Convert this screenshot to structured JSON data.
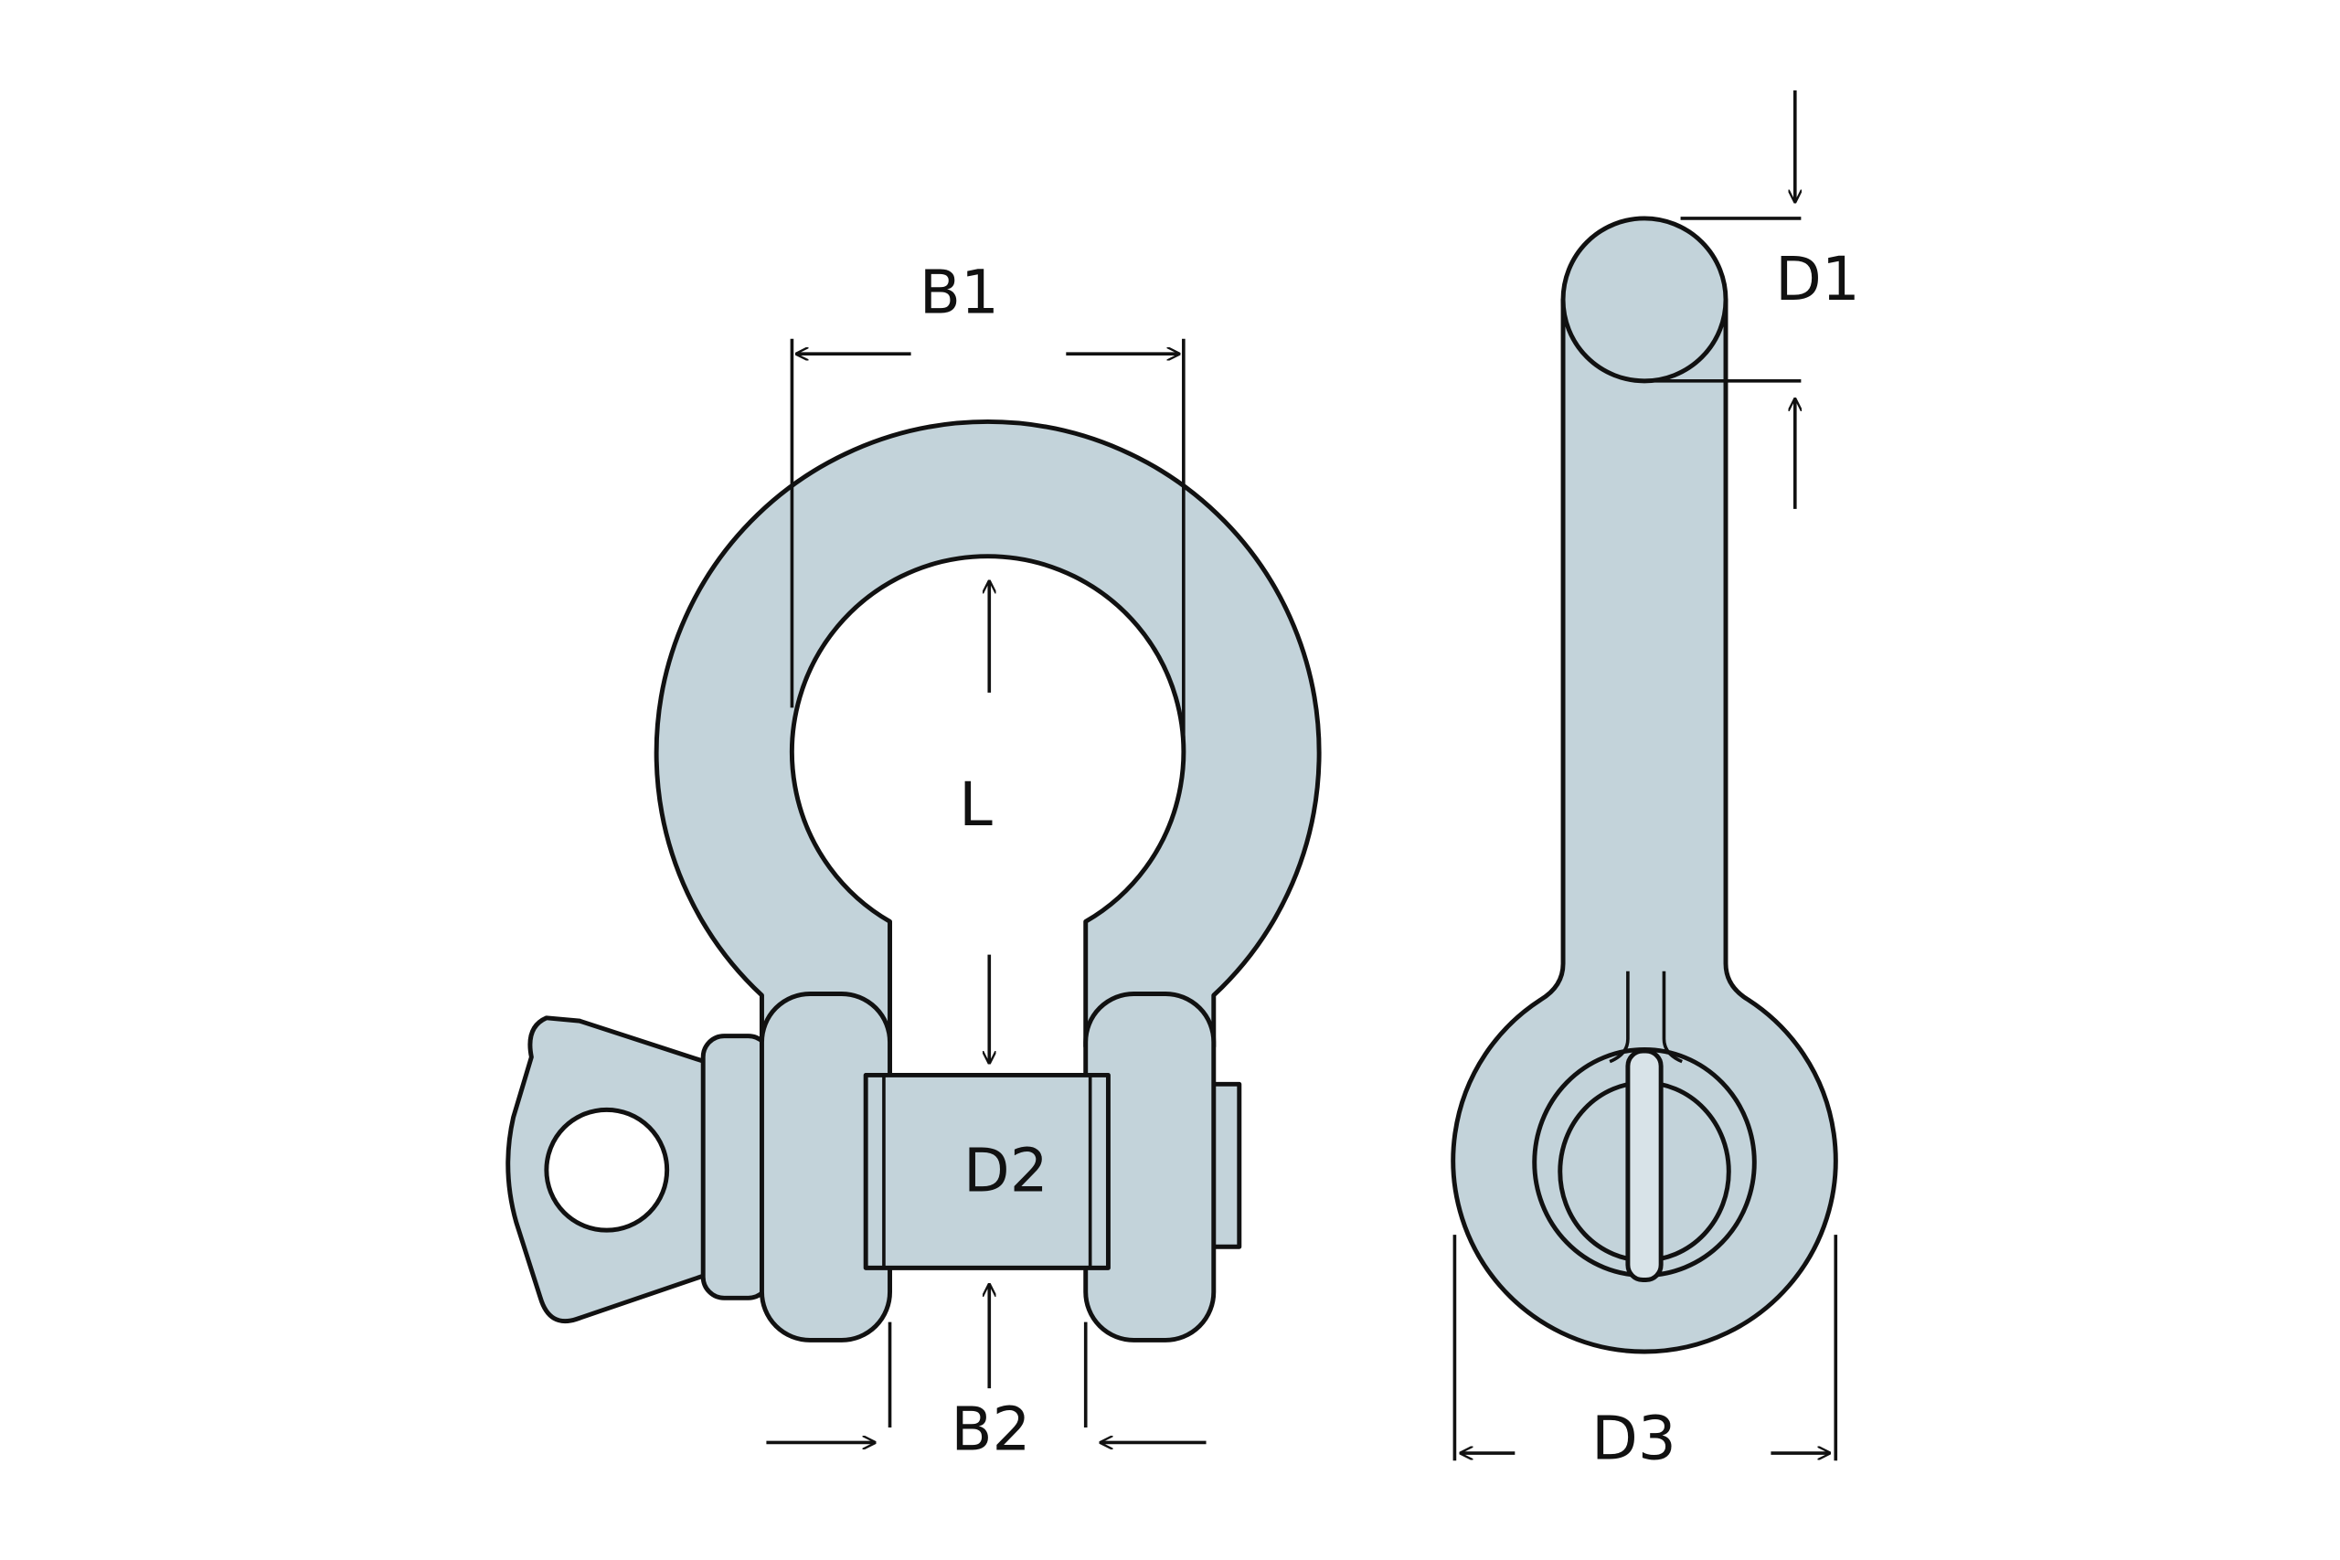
{
  "diagram": {
    "dimensions": {
      "b1": "B1",
      "l": "L",
      "d2": "D2",
      "b2": "B2",
      "d1": "D1",
      "d3": "D3"
    },
    "colors": {
      "body_fill": "#c3d3da",
      "pin_fill": "#d8e3e8",
      "outline": "#111111"
    }
  }
}
